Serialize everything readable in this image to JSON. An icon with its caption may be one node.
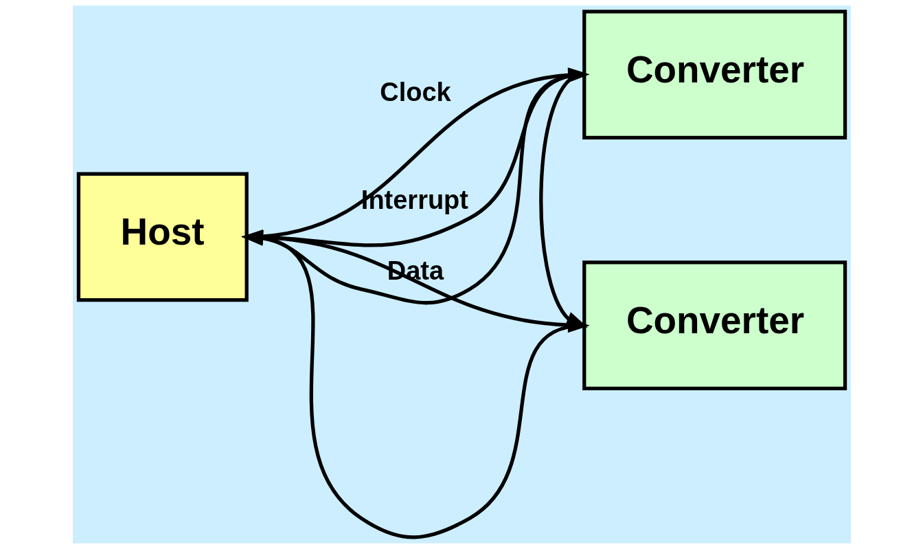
{
  "diagram": {
    "nodes": [
      {
        "text": [
          "Host"
        ]
      },
      {
        "text": [
          "Converter"
        ]
      },
      {
        "text": [
          "Converter"
        ]
      }
    ],
    "edges": [
      {
        "from": 1,
        "to": 0,
        "arrow": "to",
        "label": "Interrupt"
      },
      {
        "from": 2,
        "to": 0,
        "arrow": "to"
      },
      {
        "from": 0,
        "to": 1,
        "arrow": "to",
        "label": "Clock"
      },
      {
        "from": 0,
        "to": 2,
        "arrow": "to"
      },
      {
        "from": 1,
        "to": 0,
        "arrow": "to",
        "label": "Data"
      },
      {
        "from": 1,
        "to": 2,
        "arrow": "to"
      }
    ]
  }
}
